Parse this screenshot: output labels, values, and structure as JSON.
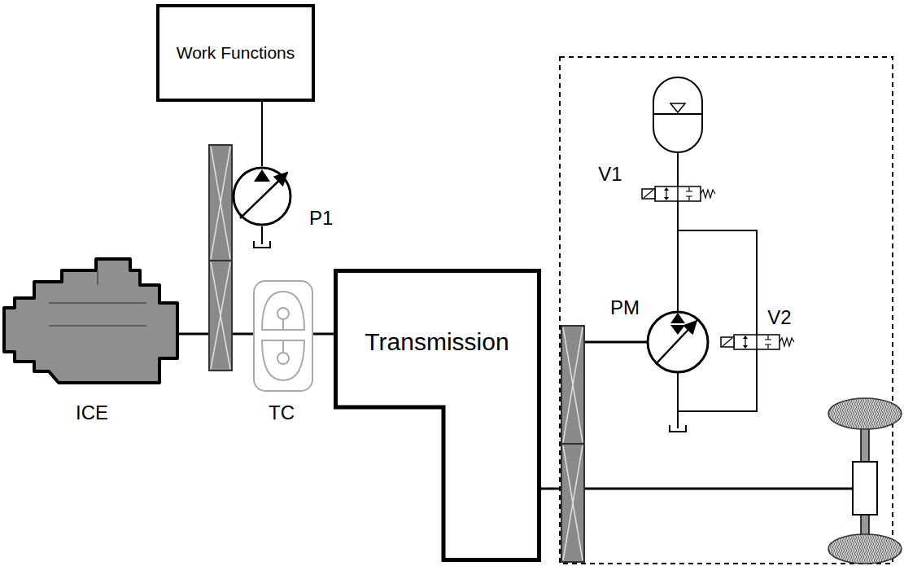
{
  "diagram": {
    "nodes": [
      {
        "text": [
          "Work Functions"
        ]
      },
      {
        "text": [
          "P1"
        ]
      },
      {
        "text": [
          "Transmission"
        ]
      }
    ],
    "edges": [
      {
        "from": 0,
        "to": 1,
        "arrow": "none"
      }
    ],
    "labels": [
      "ICE",
      "TC",
      "PM",
      "V1",
      "V2"
    ]
  }
}
